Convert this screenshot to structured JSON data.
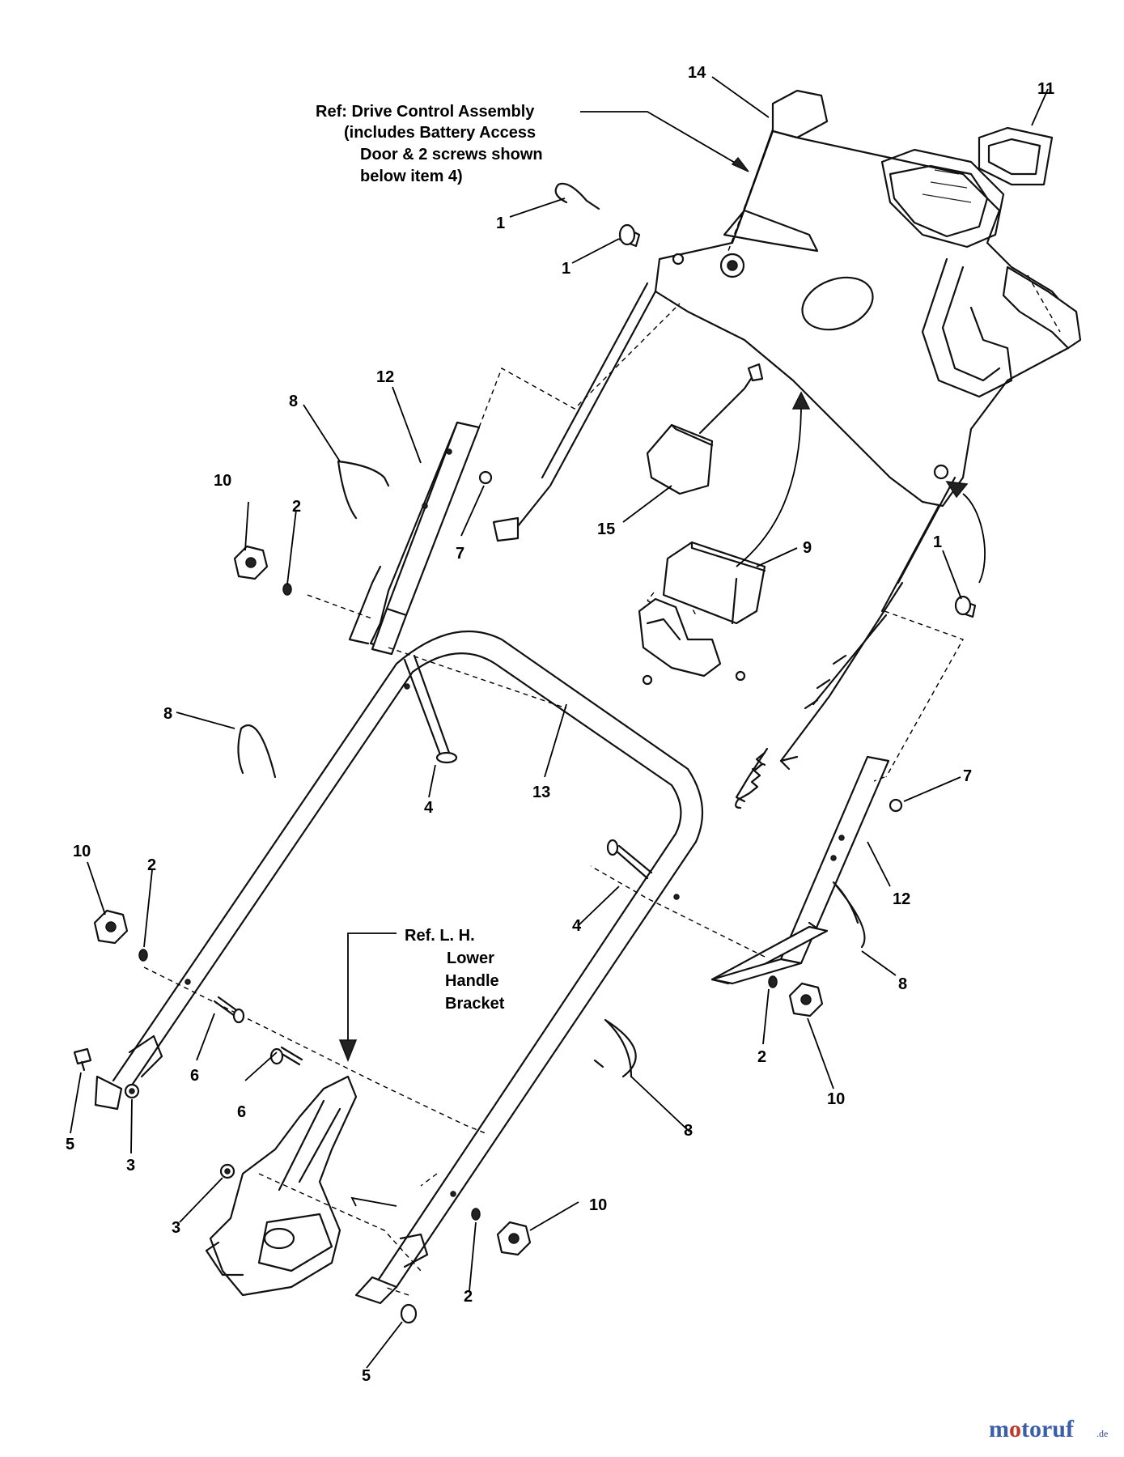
{
  "references": {
    "drive_control": [
      "Ref: Drive Control Assembly",
      "(includes Battery Access",
      "Door & 2 screws shown",
      "below item 4)"
    ],
    "lower_handle": [
      "Ref. L. H.",
      "Lower",
      "Handle",
      "Bracket"
    ]
  },
  "callouts": [
    {
      "id": "c14",
      "label": "14"
    },
    {
      "id": "c11",
      "label": "11"
    },
    {
      "id": "c1a",
      "label": "1"
    },
    {
      "id": "c1b",
      "label": "1"
    },
    {
      "id": "c1c",
      "label": "1"
    },
    {
      "id": "c12a",
      "label": "12"
    },
    {
      "id": "c8a",
      "label": "8"
    },
    {
      "id": "c10a",
      "label": "10"
    },
    {
      "id": "c2a",
      "label": "2"
    },
    {
      "id": "c7a",
      "label": "7"
    },
    {
      "id": "c15",
      "label": "15"
    },
    {
      "id": "c9",
      "label": "9"
    },
    {
      "id": "c8b",
      "label": "8"
    },
    {
      "id": "c4a",
      "label": "4"
    },
    {
      "id": "c13",
      "label": "13"
    },
    {
      "id": "c7b",
      "label": "7"
    },
    {
      "id": "c12b",
      "label": "12"
    },
    {
      "id": "c10b",
      "label": "10"
    },
    {
      "id": "c2b",
      "label": "2"
    },
    {
      "id": "c4b",
      "label": "4"
    },
    {
      "id": "c8c",
      "label": "8"
    },
    {
      "id": "c2c",
      "label": "2"
    },
    {
      "id": "c10c",
      "label": "10"
    },
    {
      "id": "c6a",
      "label": "6"
    },
    {
      "id": "c5a",
      "label": "5"
    },
    {
      "id": "c3a",
      "label": "3"
    },
    {
      "id": "c6b",
      "label": "6"
    },
    {
      "id": "c8d",
      "label": "8"
    },
    {
      "id": "c3b",
      "label": "3"
    },
    {
      "id": "c10d",
      "label": "10"
    },
    {
      "id": "c2d",
      "label": "2"
    },
    {
      "id": "c5b",
      "label": "5"
    }
  ],
  "watermark": {
    "brand": "motoruf",
    "suffix": ".de"
  }
}
